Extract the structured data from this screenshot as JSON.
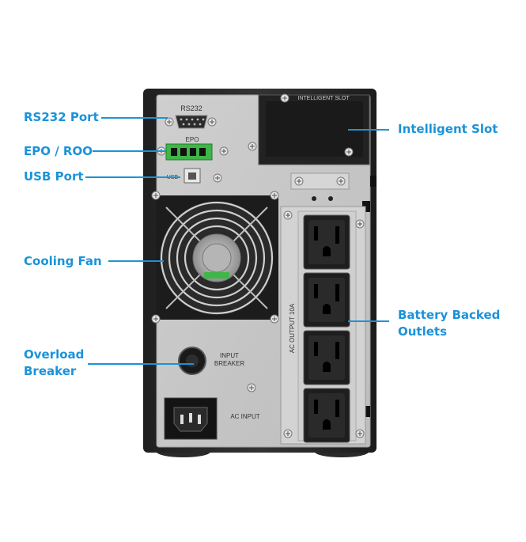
{
  "callouts": {
    "rs232": "RS232 Port",
    "epo": "EPO / ROO",
    "usb": "USB Port",
    "fan": "Cooling Fan",
    "breaker_line1": "Overload",
    "breaker_line2": "Breaker",
    "slot": "Intelligent Slot",
    "outlets_line1": "Battery Backed",
    "outlets_line2": "Outlets"
  },
  "panel_labels": {
    "rs232": "RS232",
    "epo": "EPO",
    "usb": "USB",
    "intelligent_slot": "INTELLIGENT SLOT",
    "input_breaker_line1": "INPUT",
    "input_breaker_line2": "BREAKER",
    "ac_input": "AC INPUT",
    "ac_output": "AC OUTPUT  10A"
  },
  "colors": {
    "callout": "#1a93d9",
    "panel": "#c6c6c6",
    "case": "#2b2b2b",
    "terminal_block": "#3fb648"
  },
  "icons": [
    "db9-connector-icon",
    "terminal-block-icon",
    "usb-b-port-icon",
    "fan-grille-icon",
    "breaker-button-icon",
    "iec-inlet-icon",
    "nema-outlet-icon",
    "screw-icon"
  ]
}
